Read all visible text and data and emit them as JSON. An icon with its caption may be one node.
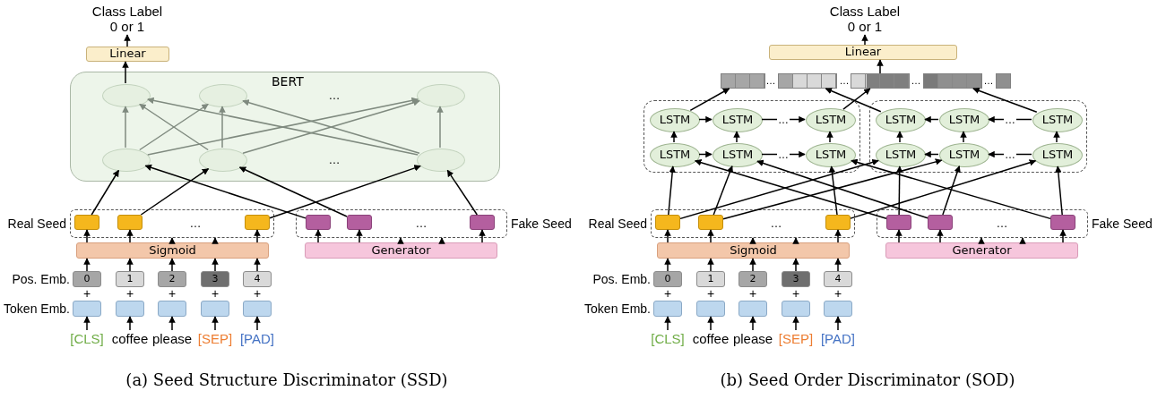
{
  "diagram": {
    "nodes": [
      {
        "text": [
          "Class Label 0 or 1"
        ]
      },
      {
        "text": [
          "Linear"
        ]
      },
      {
        "text": [
          "BERT"
        ]
      },
      {
        "text": [],
        "shape": "ellipse",
        "in": 2
      },
      {
        "text": [],
        "shape": "ellipse",
        "in": 2
      },
      {
        "text": [],
        "shape": "ellipse",
        "in": 2
      },
      {
        "text": [],
        "shape": "ellipse",
        "in": 2
      },
      {
        "text": [],
        "shape": "ellipse",
        "in": 2
      },
      {
        "text": [],
        "shape": "ellipse",
        "in": 2
      },
      {
        "text": [
          "Real Seed"
        ]
      },
      {
        "text": [],
        "shape": "box",
        "in": 9
      },
      {
        "text": [],
        "shape": "box",
        "in": 9
      },
      {
        "text": [],
        "shape": "box",
        "in": 9
      },
      {
        "text": [
          "Fake Seed"
        ]
      },
      {
        "text": [],
        "shape": "box",
        "in": 13
      },
      {
        "text": [],
        "shape": "box",
        "in": 13
      },
      {
        "text": [],
        "shape": "box",
        "in": 13
      },
      {
        "text": [
          "Sigmoid"
        ]
      },
      {
        "text": [
          "Generator"
        ]
      },
      {
        "text": [
          "0"
        ]
      },
      {
        "text": [
          "1"
        ]
      },
      {
        "text": [
          "2"
        ]
      },
      {
        "text": [
          "3"
        ]
      },
      {
        "text": [
          "4"
        ]
      },
      {
        "text": [],
        "shape": "box"
      },
      {
        "text": [],
        "shape": "box"
      },
      {
        "text": [],
        "shape": "box"
      },
      {
        "text": [],
        "shape": "box"
      },
      {
        "text": [],
        "shape": "box"
      },
      {
        "text": [
          "[CLS]"
        ]
      },
      {
        "text": [
          "coffee"
        ]
      },
      {
        "text": [
          "please"
        ]
      },
      {
        "text": [
          "[SEP]"
        ]
      },
      {
        "text": [
          "[PAD]"
        ]
      },
      {
        "text": [
          "Class Label 0 or 1"
        ]
      },
      {
        "text": [
          "Linear"
        ]
      },
      {
        "text": [],
        "shape": "bar"
      },
      {
        "text": [],
        "shape": "bar"
      },
      {
        "text": [],
        "shape": "bar"
      },
      {
        "text": [],
        "shape": "bar"
      },
      {
        "text": [],
        "shape": "bar"
      },
      {
        "text": [],
        "shape": "box"
      },
      {
        "text": [
          "LSTM"
        ],
        "in": 41
      },
      {
        "text": [
          "LSTM"
        ],
        "in": 41
      },
      {
        "text": [
          "LSTM"
        ],
        "in": 41
      },
      {
        "text": [
          "LSTM"
        ],
        "in": 41
      },
      {
        "text": [
          "LSTM"
        ],
        "in": 41
      },
      {
        "text": [
          "LSTM"
        ],
        "in": 41
      },
      {
        "text": [],
        "shape": "box"
      },
      {
        "text": [
          "LSTM"
        ],
        "in": 48
      },
      {
        "text": [
          "LSTM"
        ],
        "in": 48
      },
      {
        "text": [
          "LSTM"
        ],
        "in": 48
      },
      {
        "text": [
          "LSTM"
        ],
        "in": 48
      },
      {
        "text": [
          "LSTM"
        ],
        "in": 48
      },
      {
        "text": [
          "LSTM"
        ],
        "in": 48
      },
      {
        "text": [
          "Real Seed"
        ]
      },
      {
        "text": [],
        "shape": "box",
        "in": 55
      },
      {
        "text": [],
        "shape": "box",
        "in": 55
      },
      {
        "text": [],
        "shape": "box",
        "in": 55
      },
      {
        "text": [
          "Fake Seed"
        ]
      },
      {
        "text": [],
        "shape": "box",
        "in": 59
      },
      {
        "text": [],
        "shape": "box",
        "in": 59
      },
      {
        "text": [],
        "shape": "box",
        "in": 59
      },
      {
        "text": [
          "Sigmoid"
        ]
      },
      {
        "text": [
          "Generator"
        ]
      },
      {
        "text": [
          "0"
        ]
      },
      {
        "text": [
          "1"
        ]
      },
      {
        "text": [
          "2"
        ]
      },
      {
        "text": [
          "3"
        ]
      },
      {
        "text": [
          "4"
        ]
      },
      {
        "text": [],
        "shape": "box"
      },
      {
        "text": [],
        "shape": "box"
      },
      {
        "text": [],
        "shape": "box"
      },
      {
        "text": [],
        "shape": "box"
      },
      {
        "text": [],
        "shape": "box"
      },
      {
        "text": [
          "[CLS]"
        ]
      },
      {
        "text": [
          "coffee"
        ]
      },
      {
        "text": [
          "please"
        ]
      },
      {
        "text": [
          "[SEP]"
        ]
      },
      {
        "text": [
          "[PAD]"
        ]
      }
    ],
    "edges": [
      {
        "from": 1,
        "to": 0,
        "arrow": "to"
      },
      {
        "from": 3,
        "to": 1,
        "arrow": "to"
      },
      {
        "from": 6,
        "to": 3,
        "arrow": "to",
        "color": "#7f8a7f"
      },
      {
        "from": 6,
        "to": 4,
        "arrow": "to",
        "color": "#7f8a7f"
      },
      {
        "from": 6,
        "to": 5,
        "arrow": "to",
        "color": "#7f8a7f"
      },
      {
        "from": 7,
        "to": 3,
        "arrow": "to",
        "color": "#7f8a7f"
      },
      {
        "from": 7,
        "to": 4,
        "arrow": "to",
        "color": "#7f8a7f"
      },
      {
        "from": 7,
        "to": 5,
        "arrow": "to",
        "color": "#7f8a7f"
      },
      {
        "from": 8,
        "to": 3,
        "arrow": "to",
        "color": "#7f8a7f"
      },
      {
        "from": 8,
        "to": 4,
        "arrow": "to",
        "color": "#7f8a7f"
      },
      {
        "from": 8,
        "to": 5,
        "arrow": "to",
        "color": "#7f8a7f"
      },
      {
        "from": 10,
        "to": 6,
        "arrow": "to"
      },
      {
        "from": 11,
        "to": 7,
        "arrow": "to"
      },
      {
        "from": 12,
        "to": 8,
        "arrow": "to"
      },
      {
        "from": 14,
        "to": 6,
        "arrow": "to"
      },
      {
        "from": 15,
        "to": 7,
        "arrow": "to"
      },
      {
        "from": 16,
        "to": 8,
        "arrow": "to"
      },
      {
        "from": 17,
        "to": 10,
        "arrow": "to"
      },
      {
        "from": 17,
        "to": 11,
        "arrow": "to"
      },
      {
        "from": 17,
        "to": 9,
        "arrow": "to"
      },
      {
        "from": 17,
        "to": 9,
        "arrow": "to"
      },
      {
        "from": 17,
        "to": 12,
        "arrow": "to"
      },
      {
        "from": 18,
        "to": 14,
        "arrow": "to"
      },
      {
        "from": 18,
        "to": 15,
        "arrow": "to"
      },
      {
        "from": 18,
        "to": 13,
        "arrow": "to"
      },
      {
        "from": 18,
        "to": 13,
        "arrow": "to"
      },
      {
        "from": 18,
        "to": 16,
        "arrow": "to"
      },
      {
        "from": 19,
        "to": 17,
        "arrow": "to"
      },
      {
        "from": 20,
        "to": 17,
        "arrow": "to"
      },
      {
        "from": 21,
        "to": 17,
        "arrow": "to"
      },
      {
        "from": 22,
        "to": 17,
        "arrow": "to"
      },
      {
        "from": 23,
        "to": 17,
        "arrow": "to"
      },
      {
        "from": 29,
        "to": 24,
        "arrow": "to"
      },
      {
        "from": 30,
        "to": 25,
        "arrow": "to"
      },
      {
        "from": 31,
        "to": 26,
        "arrow": "to"
      },
      {
        "from": 32,
        "to": 27,
        "arrow": "to"
      },
      {
        "from": 33,
        "to": 28,
        "arrow": "to"
      },
      {
        "from": 35,
        "to": 34,
        "arrow": "to"
      },
      {
        "from": 38,
        "to": 35,
        "arrow": "to"
      },
      {
        "from": 42,
        "to": 36,
        "arrow": "to"
      },
      {
        "from": 49,
        "to": 37,
        "arrow": "to"
      },
      {
        "from": 44,
        "to": 38,
        "arrow": "to"
      },
      {
        "from": 51,
        "to": 39,
        "arrow": "to"
      },
      {
        "from": 42,
        "to": 43,
        "arrow": "to"
      },
      {
        "from": 43,
        "to": 44,
        "arrow": "to",
        "label": "…"
      },
      {
        "from": 45,
        "to": 46,
        "arrow": "to"
      },
      {
        "from": 46,
        "to": 47,
        "arrow": "to",
        "label": "…"
      },
      {
        "from": 45,
        "to": 42,
        "arrow": "to"
      },
      {
        "from": 46,
        "to": 43,
        "arrow": "to"
      },
      {
        "from": 47,
        "to": 44,
        "arrow": "to"
      },
      {
        "from": 50,
        "to": 49,
        "arrow": "to"
      },
      {
        "from": 51,
        "to": 50,
        "arrow": "to",
        "label": "…"
      },
      {
        "from": 53,
        "to": 52,
        "arrow": "to"
      },
      {
        "from": 54,
        "to": 53,
        "arrow": "to",
        "label": "…"
      },
      {
        "from": 52,
        "to": 49,
        "arrow": "to"
      },
      {
        "from": 53,
        "to": 50,
        "arrow": "to"
      },
      {
        "from": 54,
        "to": 51,
        "arrow": "to"
      },
      {
        "from": 56,
        "to": 45,
        "arrow": "to"
      },
      {
        "from": 60,
        "to": 45,
        "arrow": "to"
      },
      {
        "from": 57,
        "to": 46,
        "arrow": "to"
      },
      {
        "from": 61,
        "to": 46,
        "arrow": "to"
      },
      {
        "from": 58,
        "to": 47,
        "arrow": "to"
      },
      {
        "from": 62,
        "to": 47,
        "arrow": "to"
      },
      {
        "from": 56,
        "to": 52,
        "arrow": "to"
      },
      {
        "from": 60,
        "to": 52,
        "arrow": "to"
      },
      {
        "from": 57,
        "to": 53,
        "arrow": "to"
      },
      {
        "from": 61,
        "to": 53,
        "arrow": "to"
      },
      {
        "from": 58,
        "to": 54,
        "arrow": "to"
      },
      {
        "from": 62,
        "to": 54,
        "arrow": "to"
      },
      {
        "from": 63,
        "to": 56,
        "arrow": "to"
      },
      {
        "from": 63,
        "to": 57,
        "arrow": "to"
      },
      {
        "from": 63,
        "to": 55,
        "arrow": "to"
      },
      {
        "from": 63,
        "to": 55,
        "arrow": "to"
      },
      {
        "from": 63,
        "to": 58,
        "arrow": "to"
      },
      {
        "from": 64,
        "to": 60,
        "arrow": "to"
      },
      {
        "from": 64,
        "to": 61,
        "arrow": "to"
      },
      {
        "from": 64,
        "to": 59,
        "arrow": "to"
      },
      {
        "from": 64,
        "to": 59,
        "arrow": "to"
      },
      {
        "from": 64,
        "to": 62,
        "arrow": "to"
      },
      {
        "from": 65,
        "to": 63,
        "arrow": "to"
      },
      {
        "from": 66,
        "to": 63,
        "arrow": "to"
      },
      {
        "from": 67,
        "to": 63,
        "arrow": "to"
      },
      {
        "from": 68,
        "to": 63,
        "arrow": "to"
      },
      {
        "from": 69,
        "to": 63,
        "arrow": "to"
      },
      {
        "from": 75,
        "to": 70,
        "arrow": "to"
      },
      {
        "from": 76,
        "to": 71,
        "arrow": "to"
      },
      {
        "from": 77,
        "to": 72,
        "arrow": "to"
      },
      {
        "from": 78,
        "to": 73,
        "arrow": "to"
      },
      {
        "from": 79,
        "to": 74,
        "arrow": "to"
      }
    ],
    "labels": [
      "…",
      "…",
      "…",
      "…",
      "Pos. Emb.",
      "+",
      "+",
      "+",
      "+",
      "+",
      "Token Emb.",
      "…",
      "…",
      "…",
      "…",
      "…",
      "…",
      "Pos. Emb.",
      "+",
      "+",
      "+",
      "+",
      "+",
      "Token Emb.",
      "(a) Seed Structure Discriminator (SSD)",
      "(b) Seed Order Discriminator (SOD)"
    ]
  }
}
